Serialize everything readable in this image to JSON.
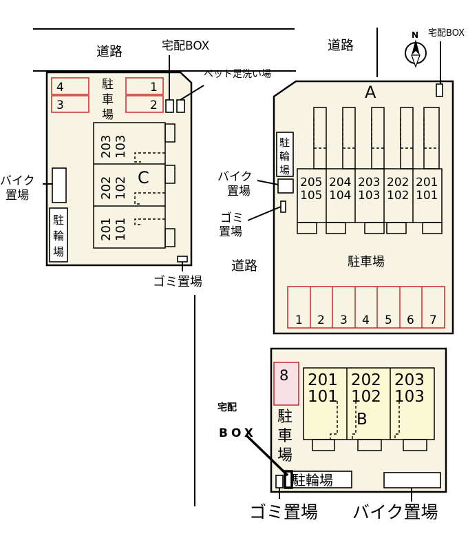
{
  "roads": {
    "road_top_left": "道路",
    "road_top_right": "道路",
    "road_middle": "道路"
  },
  "compass": {
    "north": "N"
  },
  "building_a": {
    "label": "A",
    "parking_label": "駐車場",
    "bicycle_label": "駐輪場",
    "bike_label": "バイク置場",
    "garbage_label": "ゴミ置場",
    "delivery_box_label": "宅配BOX",
    "units": [
      {
        "upper": "205",
        "lower": "105"
      },
      {
        "upper": "204",
        "lower": "104"
      },
      {
        "upper": "203",
        "lower": "103"
      },
      {
        "upper": "202",
        "lower": "102"
      },
      {
        "upper": "201",
        "lower": "101"
      }
    ],
    "parking_spaces": [
      "1",
      "2",
      "3",
      "4",
      "5",
      "6",
      "7"
    ]
  },
  "building_c": {
    "label": "C",
    "parking_label": "駐車場",
    "bicycle_label": "駐輪場",
    "bike_label": "バイク置場",
    "garbage_label": "ゴミ置場",
    "delivery_box_label": "宅配BOX",
    "pet_wash_label": "ペット足洗い場",
    "units": [
      {
        "upper": "203",
        "lower": "103"
      },
      {
        "upper": "202",
        "lower": "102"
      },
      {
        "upper": "201",
        "lower": "101"
      }
    ],
    "parking_spaces": [
      "4",
      "3",
      "1",
      "2"
    ]
  },
  "building_b": {
    "label": "B",
    "parking_label": "駐車場",
    "bicycle_label": "駐輪場",
    "bike_label": "バイク置場",
    "garbage_label": "ゴミ置場",
    "delivery_label_line1": "宅配",
    "delivery_label_line2": "BOX",
    "parking_space": "8",
    "units": [
      {
        "upper": "201",
        "lower": "101"
      },
      {
        "upper": "202",
        "lower": "102"
      },
      {
        "upper": "203",
        "lower": "103"
      }
    ]
  },
  "colors": {
    "lot_fill": "#f7f4e4",
    "building_b_fill": "#fbf9d4",
    "parking_border": "#c8282d",
    "parking_8_fill": "#f7e1e7"
  }
}
